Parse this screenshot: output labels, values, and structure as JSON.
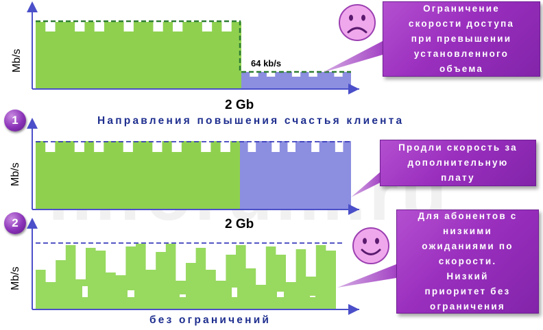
{
  "watermark": "mforum.ru",
  "charts": [
    {
      "ylabel": "Mb/s",
      "xlabel": "2 Gb",
      "rate_label": "64 kb/s",
      "callout_lines": [
        "Ограничение",
        "скорости доступа",
        "при превышении",
        "установленного",
        "объема"
      ],
      "mood": "sad"
    },
    {
      "badge": "1",
      "heading": "Направления повышения счастья клиента",
      "ylabel": "Mb/s",
      "xlabel": "2 Gb",
      "callout_lines": [
        "Продли скорость за",
        "дополнительную",
        "плату"
      ]
    },
    {
      "badge": "2",
      "ylabel": "Mb/s",
      "xlabel": "без ограничений",
      "callout_lines": [
        "Для абонентов с",
        "низкими",
        "ожиданиями по",
        "скорости.",
        "Низкий",
        "приоритет без",
        "ограничения"
      ],
      "mood": "happy"
    }
  ],
  "colors": {
    "green": "#8fd14f",
    "green_light": "#98d960",
    "blue_fill": "#8c8ee0",
    "green_dash": "#2e7d32",
    "blue_dash": "#3a3dbb",
    "axis": "#4b4fc9",
    "face": "#f0a8ec",
    "face_border": "#9b3fb1"
  }
}
